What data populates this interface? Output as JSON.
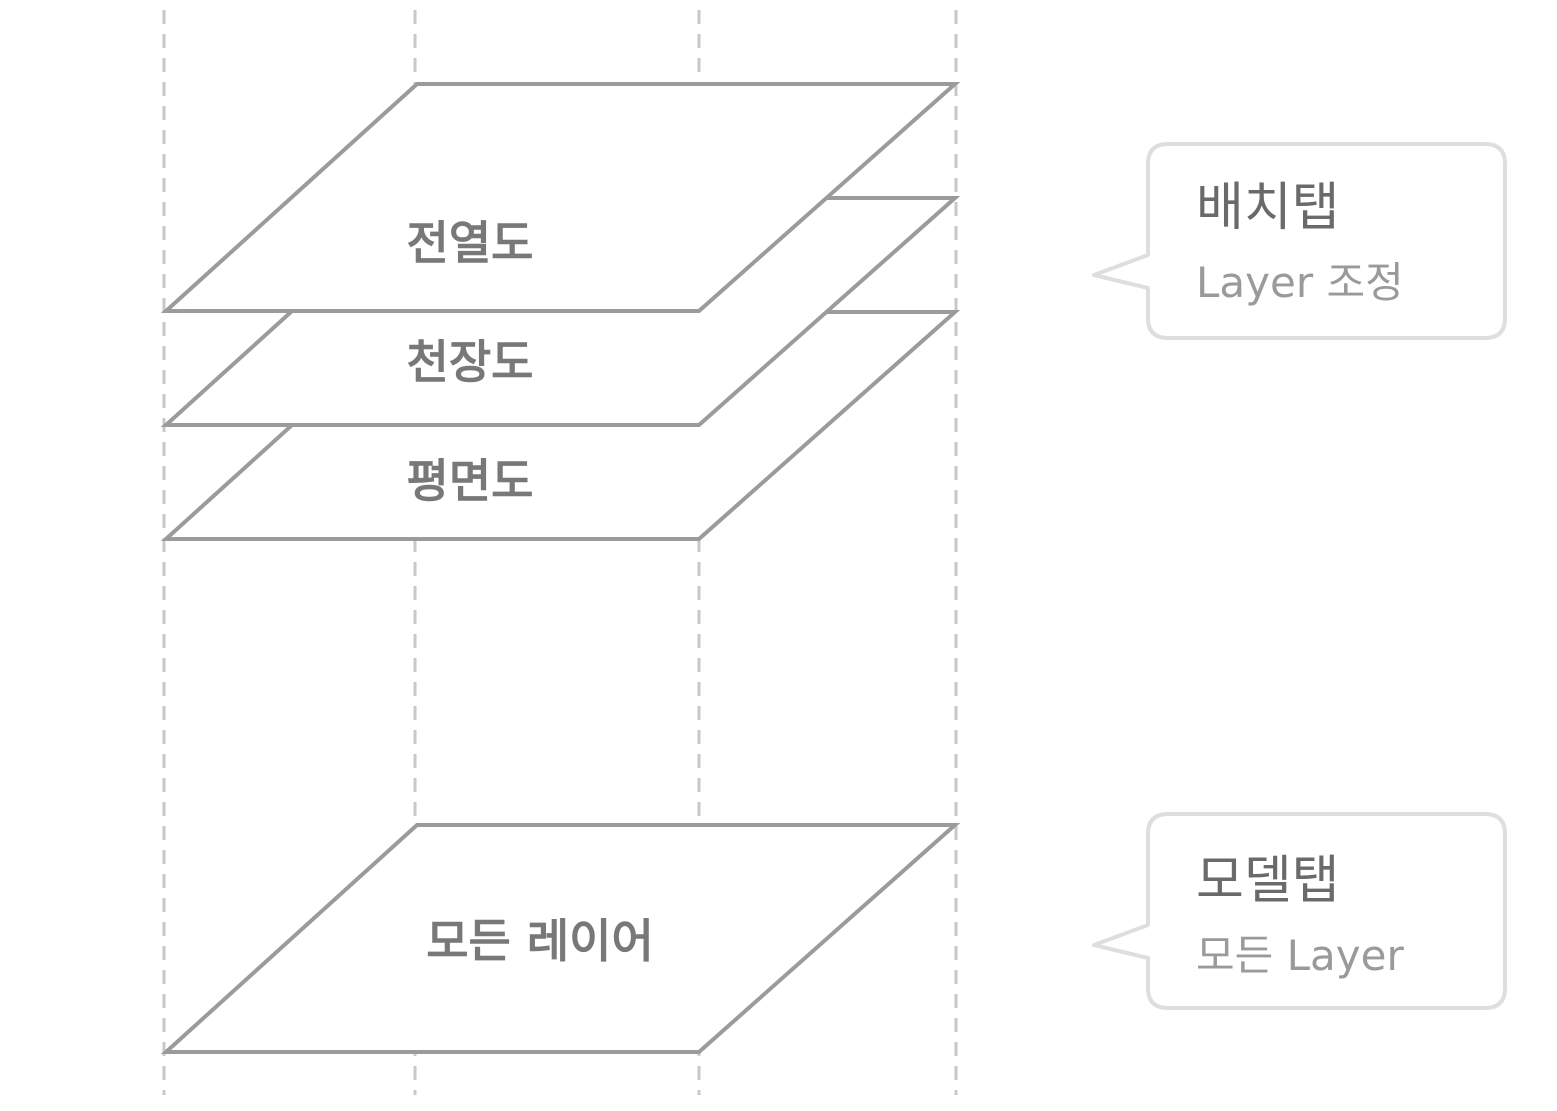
{
  "layers": {
    "plan": "평면도",
    "ceiling": "천장도",
    "electrical": "전열도",
    "all": "모든 레이어"
  },
  "callouts": {
    "layout_tab": {
      "title": "배치탭",
      "subtitle": "Layer 조정"
    },
    "model_tab": {
      "title": "모델탭",
      "subtitle": "모든 Layer"
    }
  },
  "colors": {
    "plane_stroke": "#9b9b9b",
    "guide_stroke": "#c8c8c8",
    "callout_border": "#dedede",
    "label_text": "#787878"
  }
}
